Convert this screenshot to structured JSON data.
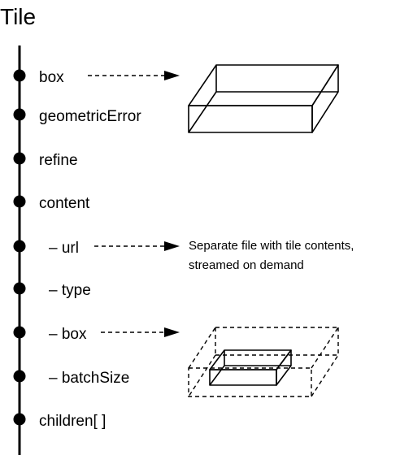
{
  "diagram": {
    "title": "Tile",
    "properties": [
      {
        "label": "box",
        "indent": false
      },
      {
        "label": "geometricError",
        "indent": false
      },
      {
        "label": "refine",
        "indent": false
      },
      {
        "label": "content",
        "indent": false
      },
      {
        "label": "– url",
        "indent": true
      },
      {
        "label": "– type",
        "indent": true
      },
      {
        "label": "– box",
        "indent": true
      },
      {
        "label": "– batchSize",
        "indent": true
      },
      {
        "label": "children[ ]",
        "indent": false
      }
    ],
    "url_note": {
      "line1": "Separate file with tile contents,",
      "line2": "streamed on demand"
    }
  }
}
